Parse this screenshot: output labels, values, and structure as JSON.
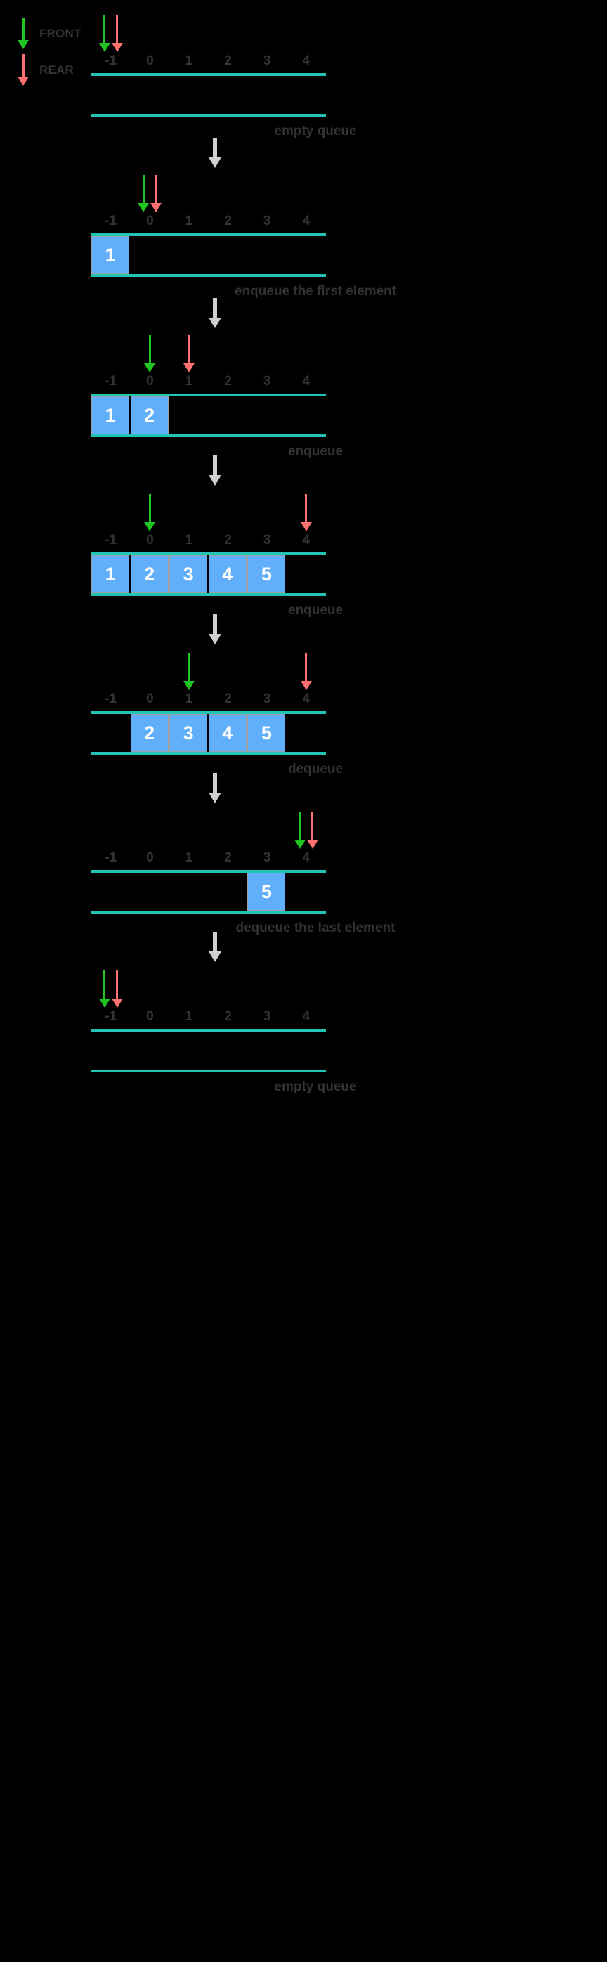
{
  "legend": {
    "items": [
      {
        "label": "FRONT",
        "arrow": "down-arrow-icon",
        "color": "#21c521"
      },
      {
        "label": "REAR",
        "arrow": "down-arrow-icon",
        "color": "#ff7070"
      }
    ]
  },
  "colors": {
    "background": "#000000",
    "front_pointer": "#21c521",
    "rear_pointer": "#ff7070",
    "cell_fill": "#61aefb",
    "cell_text": "#ffffff",
    "rail": "#22c4b4",
    "flow_arrow": "#cfcfcf",
    "text": "#333333"
  },
  "indices": [
    "-1",
    "0",
    "1",
    "2",
    "3",
    "4"
  ],
  "steps": [
    {
      "caption": "empty queue",
      "cells": [],
      "empty_label": "",
      "front_index": -1,
      "rear_index": -1,
      "front_visible": true,
      "rear_visible": true
    },
    {
      "caption": "enqueue the first element",
      "cells": [
        "1"
      ],
      "empty_label": "",
      "front_index": 0,
      "rear_index": 0,
      "front_visible": true,
      "rear_visible": true
    },
    {
      "caption": "enqueue",
      "cells": [
        "1",
        "2"
      ],
      "empty_label": "",
      "front_index": 0,
      "rear_index": 1,
      "front_visible": true,
      "rear_visible": true
    },
    {
      "caption": "enqueue",
      "cells": [
        "1",
        "2",
        "3",
        "4",
        "5"
      ],
      "empty_label": "",
      "front_index": 0,
      "rear_index": 4,
      "front_visible": true,
      "rear_visible": true
    },
    {
      "caption": "dequeue",
      "cells": [
        "2",
        "3",
        "4",
        "5"
      ],
      "empty_label": "",
      "front_index": 1,
      "rear_index": 4,
      "front_visible": true,
      "rear_visible": true
    },
    {
      "caption": "dequeue the last element",
      "cells": [
        "5"
      ],
      "empty_label": "",
      "front_index": 4,
      "rear_index": 4,
      "front_visible": true,
      "rear_visible": true
    },
    {
      "caption": "empty queue",
      "cells": [],
      "empty_label": "",
      "front_index": -1,
      "rear_index": -1,
      "front_visible": true,
      "rear_visible": true
    }
  ]
}
